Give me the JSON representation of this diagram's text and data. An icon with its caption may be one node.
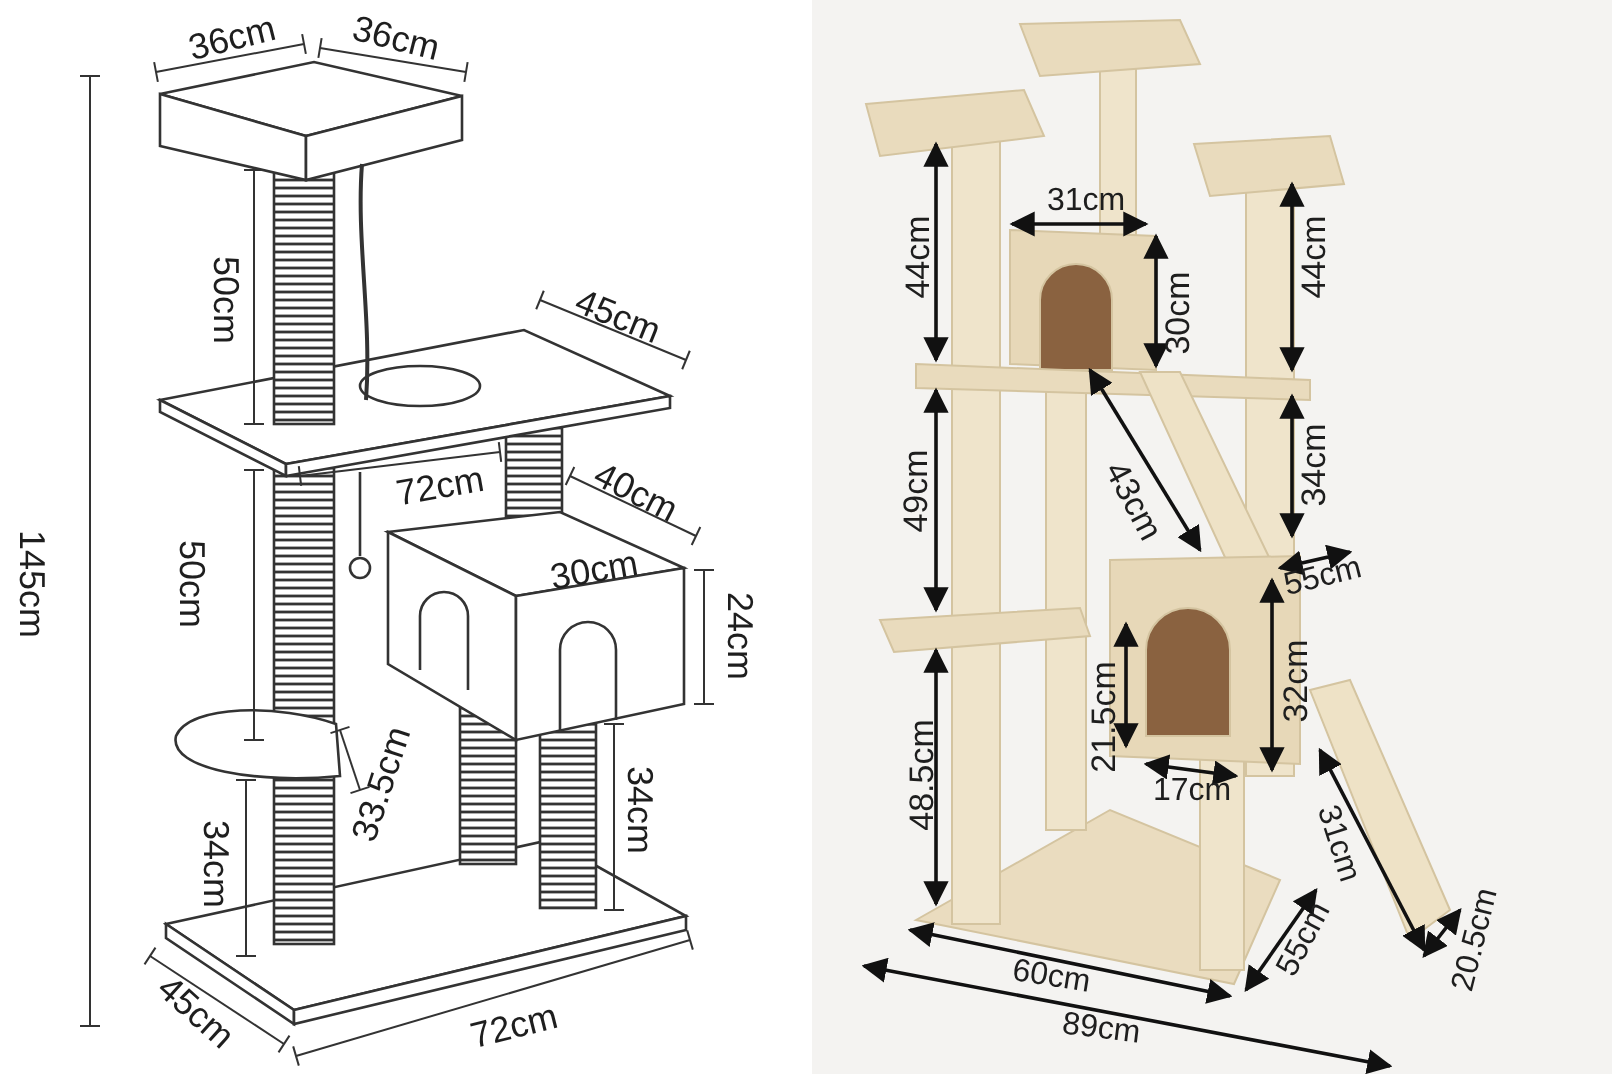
{
  "diagram": {
    "labels": [
      "36cm",
      "36cm",
      "145cm",
      "50cm",
      "45cm",
      "72cm",
      "40cm",
      "50cm",
      "30cm",
      "24cm",
      "33.5cm",
      "34cm",
      "34cm",
      "45cm",
      "72cm",
      "31cm",
      "44cm",
      "30cm",
      "44cm",
      "49cm",
      "43cm",
      "34cm",
      "55cm",
      "21.5cm",
      "32cm",
      "48.5cm",
      "17cm",
      "31cm",
      "55cm",
      "20.5cm",
      "60cm",
      "89cm"
    ]
  }
}
